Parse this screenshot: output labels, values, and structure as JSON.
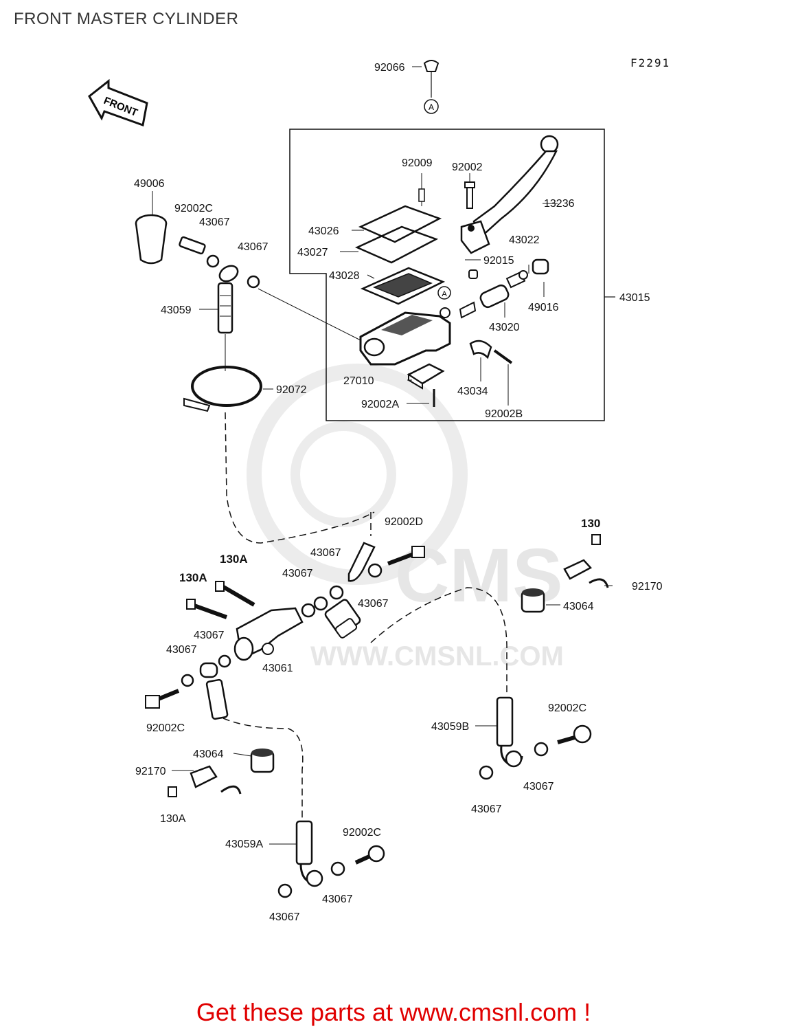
{
  "title": "FRONT MASTER CYLINDER",
  "figure_code": "F2291",
  "front_arrow_label": "FRONT",
  "callout_marker": "A",
  "watermark": {
    "logo_text": "CMS",
    "url": "WWW.CMSNL.COM"
  },
  "part_labels": {
    "p92066": "92066",
    "p92009": "92009",
    "p92002": "92002",
    "p13236": "13236",
    "p49006": "49006",
    "p92002C_a": "92002C",
    "p43067_a": "43067",
    "p43067_b": "43067",
    "p43026": "43026",
    "p43027": "43027",
    "p43022": "43022",
    "p92015": "92015",
    "p43028": "43028",
    "p43015": "43015",
    "p49016": "49016",
    "p43059": "43059",
    "p43020": "43020",
    "p27010": "27010",
    "p43034": "43034",
    "p92072": "92072",
    "p92002A": "92002A",
    "p92002B": "92002B",
    "p130": "130",
    "p92002D": "92002D",
    "p43067_c": "43067",
    "p130A_a": "130A",
    "p43067_d": "43067",
    "p43067_e": "43067",
    "p92170_a": "92170",
    "p130A_b": "130A",
    "p43064_a": "43064",
    "p43067_f": "43067",
    "p43067_g": "43067",
    "p43061": "43061",
    "p92002C_b": "92002C",
    "p43059B": "43059B",
    "p92002C_c": "92002C",
    "p43064_b": "43064",
    "p92170_b": "92170",
    "p43067_h": "43067",
    "p43067_i": "43067",
    "p130A_c": "130A",
    "p92002C_d": "92002C",
    "p43059A": "43059A",
    "p43067_j": "43067",
    "p43067_k": "43067"
  },
  "promo": {
    "text": "Get these parts at www.cmsnl.com !"
  }
}
